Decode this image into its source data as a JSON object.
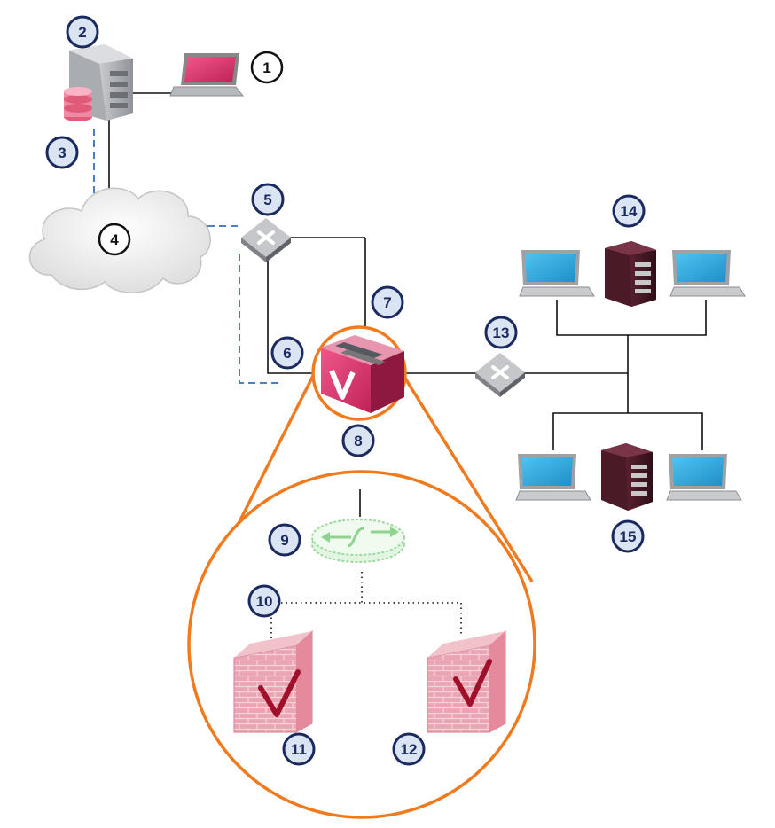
{
  "badges": {
    "b1": "1",
    "b2": "2",
    "b3": "3",
    "b4": "4",
    "b5": "5",
    "b6": "6",
    "b7": "7",
    "b8": "8",
    "b9": "9",
    "b10": "10",
    "b11": "11",
    "b12": "12",
    "b13": "13",
    "b14": "14",
    "b15": "15"
  },
  "colors": {
    "badge_fill": "#1a2a5e",
    "badge_light_fill": "#dbe4f3",
    "magnifier_ring": "#f07a1e",
    "dashed_line": "#4a7fc1",
    "monitor_screen": "#29a8e0",
    "client_pc_screen": "#e0386e",
    "appliance": "#c8285c",
    "firewall": "#e8a0ac",
    "check": "#a0102a"
  },
  "icons": {
    "client_pc": "laptop-icon",
    "management_server": "server-tower-icon",
    "database": "database-icon",
    "internet": "cloud-icon",
    "router": "router-icon",
    "appliance": "appliance-v-icon",
    "virtual_switch": "virtual-switch-icon",
    "firewall": "firewall-check-icon",
    "lan_switch": "switch-icon",
    "desktop": "desktop-monitor-icon",
    "lan_server": "server-tower-dark-icon"
  }
}
